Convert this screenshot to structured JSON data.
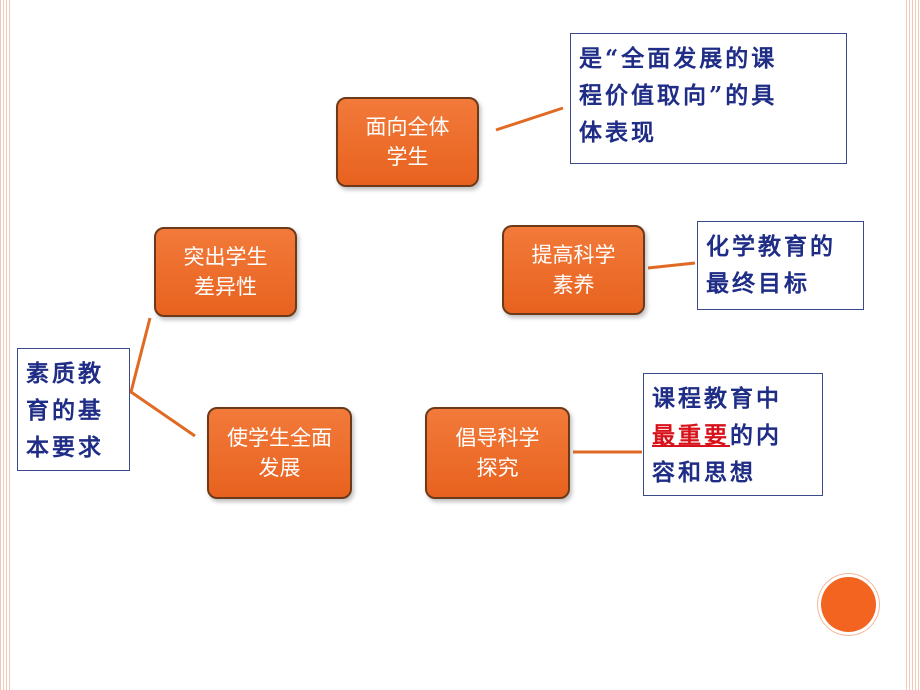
{
  "nodes": {
    "whole": "面向全体\n学生",
    "difference": "突出学生\n差异性",
    "literacy": "提高科学\n素养",
    "allround": "使学生全面\n发展",
    "inquiry": "倡导科学\n探究"
  },
  "notes": {
    "requirement": "素质教\n育的基\n本要求",
    "value": "是“全面发展的课\n程价值取向”的具\n体表现",
    "goal": "化学教育的\n最终目标",
    "core_before": "课程教育中\n",
    "core_emphasis": "最重要",
    "core_after": "的内\n容和思想"
  },
  "colors": {
    "node_fill": "#e8621f",
    "node_border": "#6b3a1a",
    "connector": "#e06a24",
    "note_text": "#1f2d86",
    "emphasis": "#d8121b",
    "accent_circle": "#f2641f"
  }
}
